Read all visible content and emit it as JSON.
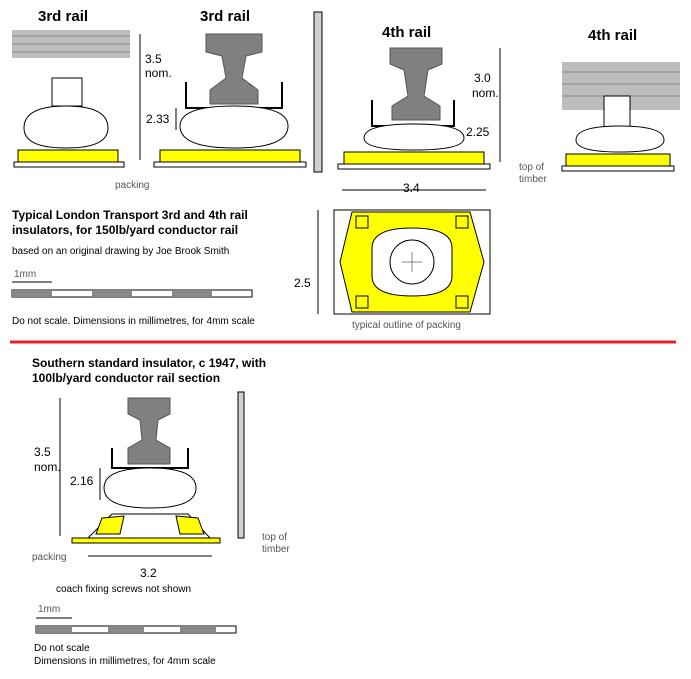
{
  "labels": {
    "third_rail_1": "3rd rail",
    "third_rail_2": "3rd rail",
    "fourth_rail_1": "4th rail",
    "fourth_rail_2": "4th rail",
    "dim_35": "3.5",
    "dim_nom": "nom.",
    "dim_233": "2.33",
    "dim_30": "3.0",
    "dim_nom_2": "nom.",
    "dim_225": "2.25",
    "dim_34": "3.4",
    "dim_25": "2.5",
    "top_of": "top of",
    "timber": "timber",
    "packing": "packing",
    "typical_outline": "typical outline of packing"
  },
  "lt_caption": {
    "line1": "Typical London Transport 3rd and 4th rail",
    "line2": "insulators, for 150lb/yard conductor rail",
    "credit": "based on an original drawing by Joe Brook Smith",
    "scale_label": "1mm",
    "note": "Do not scale. Dimensions in millimetres, for 4mm scale"
  },
  "southern": {
    "line1": "Southern standard insulator, c 1947, with",
    "line2": "100lb/yard conductor rail section",
    "dim_35": "3.5",
    "dim_nom": "nom.",
    "dim_216": "2.16",
    "dim_32": "3.2",
    "top_of": "top of",
    "timber": "timber",
    "packing": "packing",
    "coach_note": "coach fixing screws not shown",
    "scale_label": "1mm",
    "note1": "Do not scale",
    "note2": "Dimensions in millimetres, for 4mm scale"
  },
  "colors": {
    "rail": "#808080",
    "packing": "#ffff00",
    "divider": "#e0262b",
    "line": "#000000",
    "grey_text": "#555555"
  }
}
